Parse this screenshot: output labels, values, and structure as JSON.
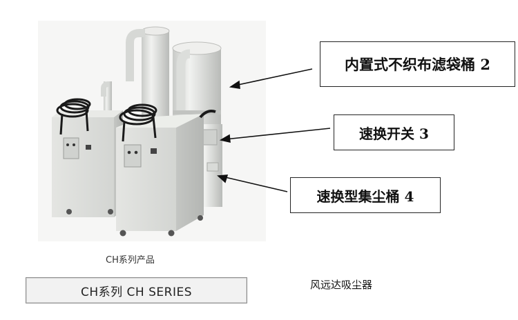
{
  "callouts": {
    "builtin_filter_bag": "内置式不织布滤袋桶 2",
    "quick_switch": "速换开关 3",
    "quick_change_bucket": "速换型集尘桶 4"
  },
  "product_caption": "CH系列产品",
  "series_label": "CH系列 CH SERIES",
  "company_name": "风远达吸尘器",
  "colors": {
    "background": "#ffffff",
    "unit_body": "#dcdedb",
    "cord": "#1a1a1a",
    "callout_border": "#222222"
  }
}
